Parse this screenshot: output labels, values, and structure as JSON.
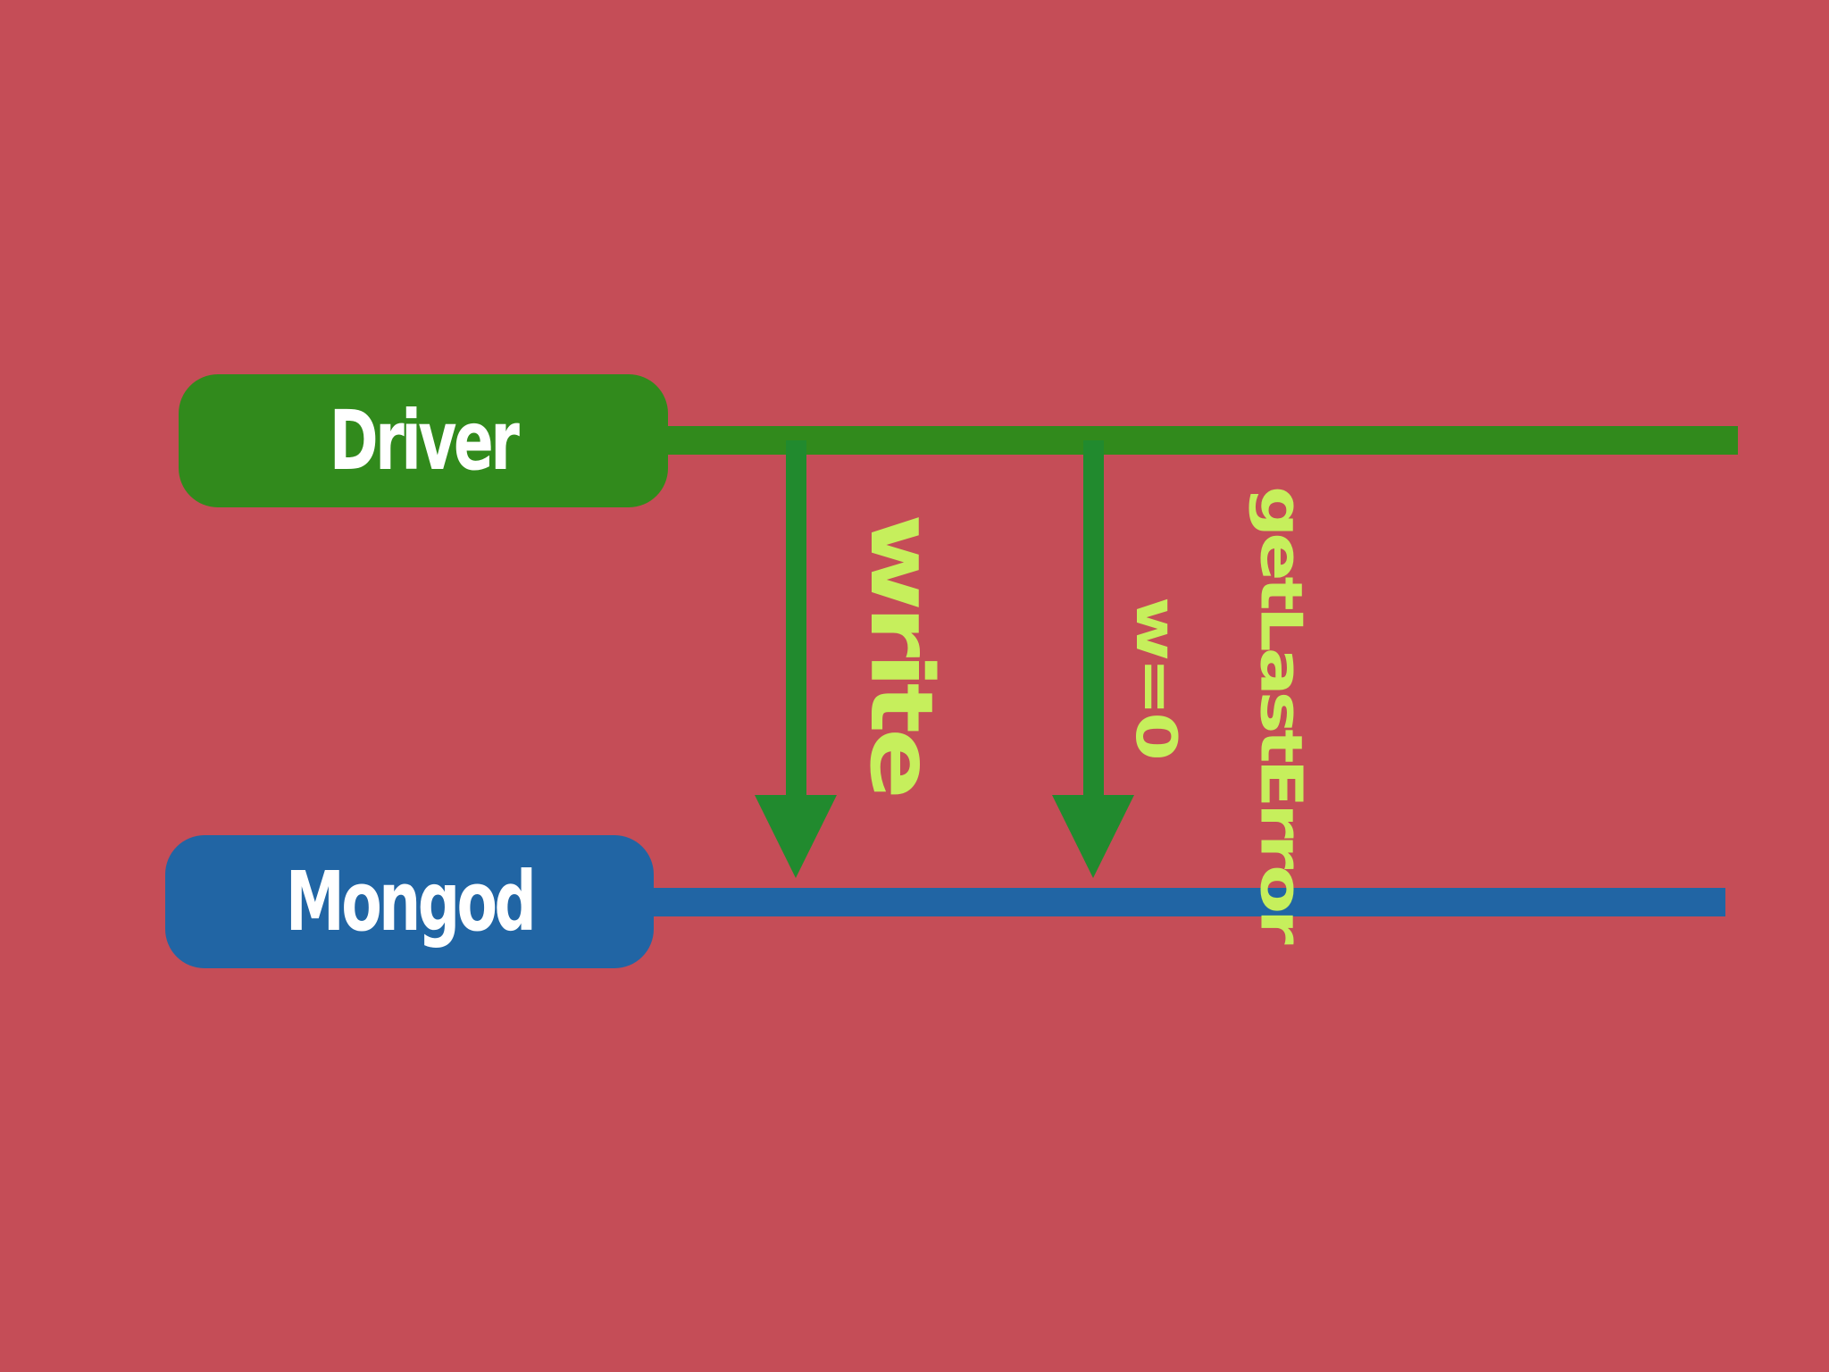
{
  "colors": {
    "background": "#c54d57",
    "driver": "#318a1c",
    "mongod": "#2165a4",
    "arrow": "#218a2e",
    "annotation_text": "#c6ef5c",
    "box_text": "#ffffff"
  },
  "nodes": {
    "driver": {
      "label": "Driver"
    },
    "mongod": {
      "label": "Mongod"
    }
  },
  "arrows": {
    "write": {
      "label": "write"
    },
    "get_last_error": {
      "label": "getLastError",
      "option": "w=0"
    }
  }
}
